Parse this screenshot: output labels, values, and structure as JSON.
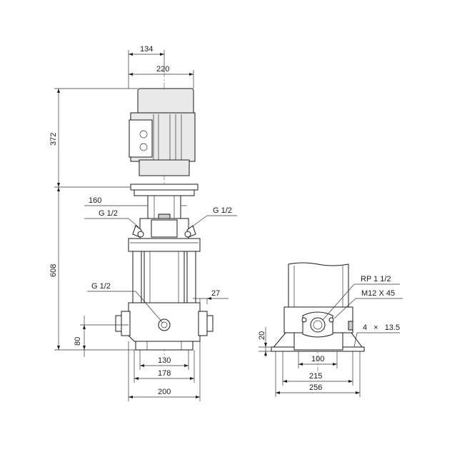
{
  "front_view": {
    "dimensions": {
      "width_134": "134",
      "width_220": "220",
      "height_372": "372",
      "width_160": "160",
      "port_left": "G 1/2",
      "port_right": "G 1/2",
      "height_608": "608",
      "port_lower": "G 1/2",
      "offset_27": "27",
      "height_80": "80",
      "width_130": "130",
      "width_178": "178",
      "width_200": "200"
    }
  },
  "side_view": {
    "dimensions": {
      "port_rp": "RP 1 1/2",
      "bolt": "M12 X 45",
      "height_20": "20",
      "holes_count": "4",
      "holes_sep": "×",
      "holes_size": "13.5",
      "width_100": "100",
      "width_215": "215",
      "width_256": "256"
    }
  }
}
